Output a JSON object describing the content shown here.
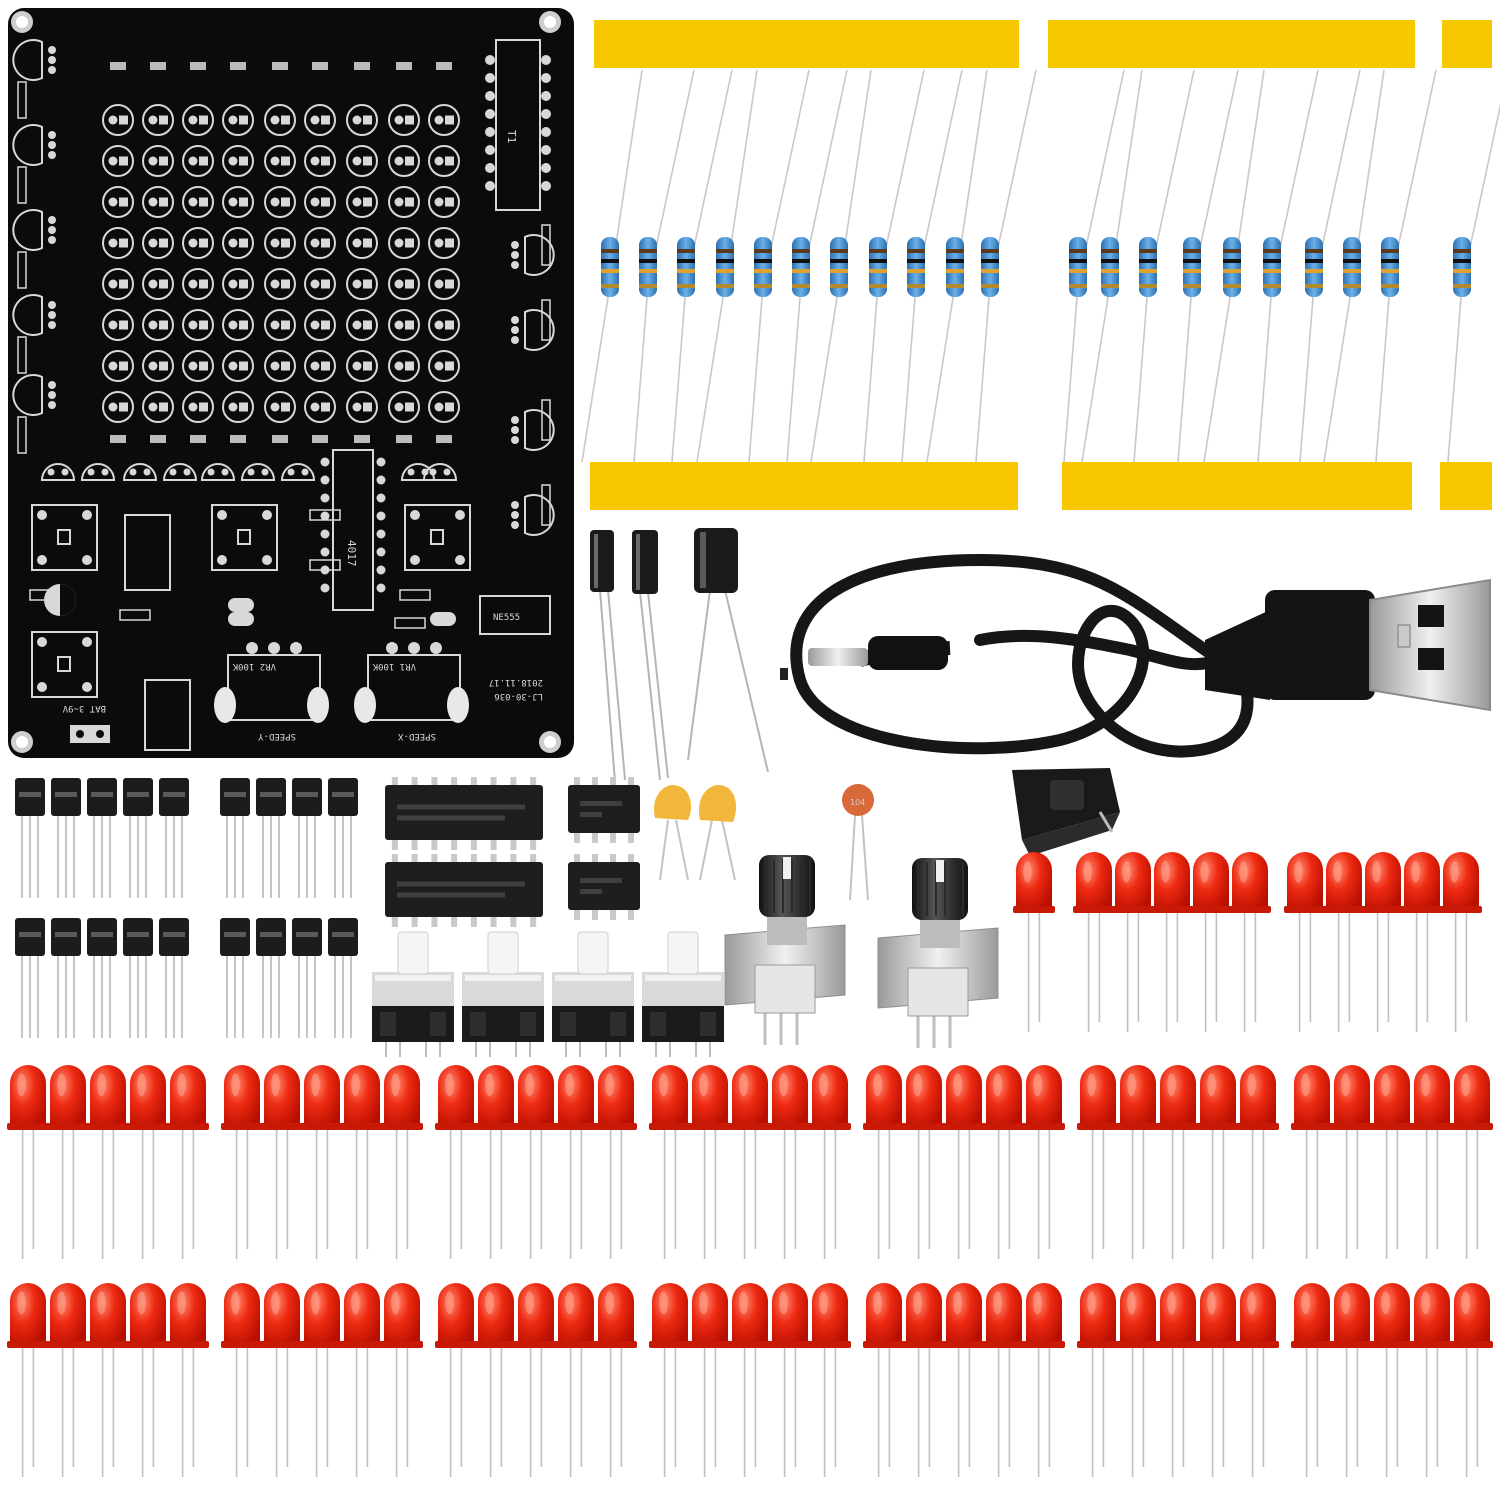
{
  "pcb": {
    "silk_ic_main": "4017",
    "silk_ic_timer": "NE555",
    "silk_ic_top": "T1",
    "silk_pot_left": "VR2 100K",
    "silk_pot_right": "VR1 100K",
    "silk_speed_left": "SPEED-Y",
    "silk_speed_right": "SPEED-X",
    "silk_battery": "BAT 3~9V",
    "silk_model": "LJ-30-036",
    "silk_version": "2018.11.17"
  },
  "cap_label": "104",
  "colors": {
    "pcb": "#0b0b0b",
    "tape": "#f7c800",
    "led": "#e8210f",
    "resistor": "#3d86c6",
    "cable": "#141414"
  }
}
